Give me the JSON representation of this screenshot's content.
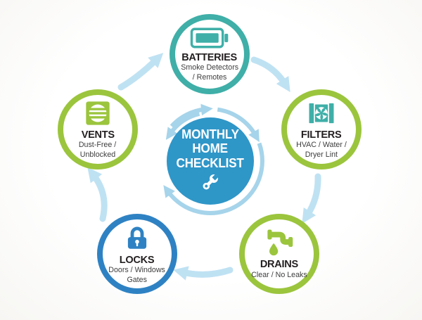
{
  "center": {
    "line1": "MONTHLY",
    "line2": "HOME",
    "line3": "CHECKLIST",
    "icon": "wrench-icon",
    "color": "#2F96C8"
  },
  "nodes": [
    {
      "id": "batteries",
      "title": "BATTERIES",
      "subtitle_line1": "Smoke Detectors",
      "subtitle_line2": "/ Remotes",
      "icon": "battery-icon",
      "accent": "#3FAFA8"
    },
    {
      "id": "filters",
      "title": "FILTERS",
      "subtitle_line1": "HVAC / Water /",
      "subtitle_line2": "Dryer Lint",
      "icon": "hvac-fan-icon",
      "accent": "#9BC53D"
    },
    {
      "id": "drains",
      "title": "DRAINS",
      "subtitle_line1": "Clear / No Leaks",
      "subtitle_line2": "",
      "icon": "faucet-drip-icon",
      "accent": "#9BC53D"
    },
    {
      "id": "locks",
      "title": "LOCKS",
      "subtitle_line1": "Doors / Windows",
      "subtitle_line2": "Gates",
      "icon": "padlock-icon",
      "accent": "#2E82C3"
    },
    {
      "id": "vents",
      "title": "VENTS",
      "subtitle_line1": "Dust-Free /",
      "subtitle_line2": "Unblocked",
      "icon": "vent-icon",
      "accent": "#9BC53D"
    }
  ],
  "flow": {
    "direction": "clockwise",
    "sequence": [
      "BATTERIES",
      "FILTERS",
      "DRAINS",
      "LOCKS",
      "VENTS"
    ]
  },
  "colors": {
    "hub_blue": "#2F96C8",
    "teal": "#3FAFA8",
    "green": "#9BC53D",
    "blue": "#2E82C3",
    "arrow_light_blue": "#BFE2F3",
    "ring_blue": "#A6D4EA",
    "title_text": "#231F20",
    "subtitle_text": "#3D3D3D"
  }
}
